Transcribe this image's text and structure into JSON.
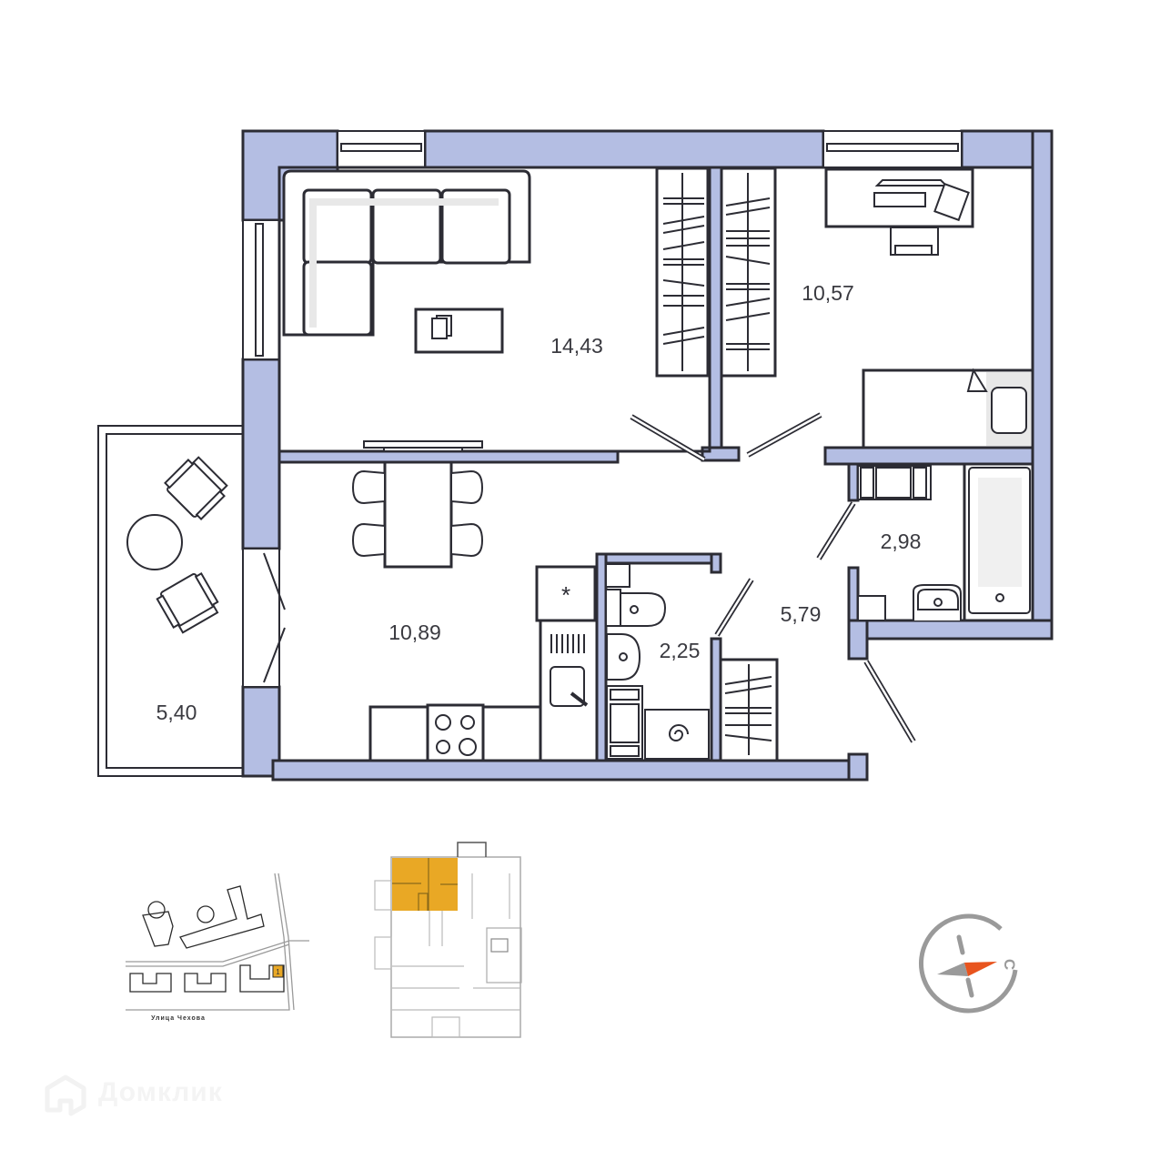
{
  "plan": {
    "wall_color": "#B4BEE3",
    "line_color": "#2c2c34",
    "highlight_color": "#E9A825",
    "compass_accent": "#E8541E",
    "rooms": [
      {
        "name": "living-room",
        "area": "14,43"
      },
      {
        "name": "bedroom",
        "area": "10,57"
      },
      {
        "name": "kitchen",
        "area": "10,89"
      },
      {
        "name": "balcony",
        "area": "5,40"
      },
      {
        "name": "hallway",
        "area": "5,79"
      },
      {
        "name": "bathroom",
        "area": "2,98"
      },
      {
        "name": "toilet",
        "area": "2,25"
      }
    ]
  },
  "site_plan": {
    "street_label": "Улица Чехова",
    "building_number": "1"
  },
  "compass": {
    "north_letter": "С"
  },
  "watermark": {
    "brand": "Домклик"
  }
}
